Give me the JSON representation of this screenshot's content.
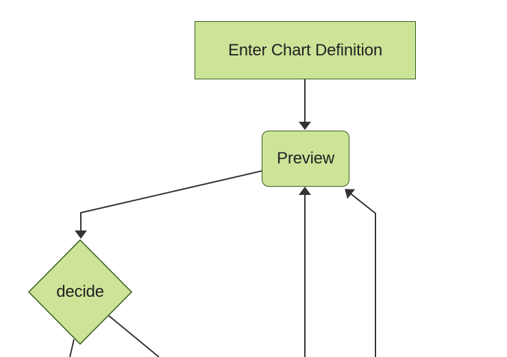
{
  "diagram": {
    "type": "flowchart",
    "direction": "top-down",
    "colors": {
      "background": "#ffffff",
      "node_fill": "#cde498",
      "node_border": "#315c17",
      "edge": "#333333",
      "label": "#222222"
    },
    "nodes": [
      {
        "id": "A",
        "label": "Enter Chart Definition",
        "shape": "rectangle"
      },
      {
        "id": "B",
        "label": "Preview",
        "shape": "rounded-rectangle"
      },
      {
        "id": "C",
        "label": "decide",
        "shape": "diamond"
      }
    ],
    "edges": [
      {
        "from": "A",
        "to": "B",
        "arrow": true
      },
      {
        "from": "B",
        "to": "C",
        "arrow": true
      },
      {
        "from": "C",
        "to": "offscreen-bottom-left",
        "arrow": false
      },
      {
        "from": "C",
        "to": "offscreen-bottom-right",
        "arrow": false
      },
      {
        "from": "offscreen-bottom-center",
        "to": "B",
        "arrow": true
      },
      {
        "from": "offscreen-bottom-right",
        "to": "B",
        "arrow": true
      }
    ]
  }
}
